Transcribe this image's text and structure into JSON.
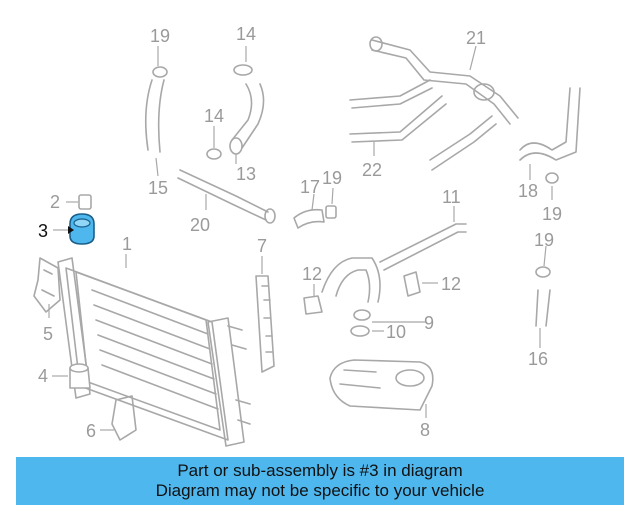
{
  "callouts": {
    "c1": "1",
    "c2": "2",
    "c3": "3",
    "c4": "4",
    "c5": "5",
    "c6": "6",
    "c7": "7",
    "c8": "8",
    "c9": "9",
    "c10": "10",
    "c11": "11",
    "c12a": "12",
    "c12b": "12",
    "c13": "13",
    "c14a": "14",
    "c14b": "14",
    "c15": "15",
    "c16": "16",
    "c17": "17",
    "c18": "18",
    "c19a": "19",
    "c19b": "19",
    "c19c": "19",
    "c19d": "19",
    "c20": "20",
    "c21": "21",
    "c22": "22"
  },
  "highlight": {
    "part_number": "3",
    "color": "#4db7ee"
  },
  "banner": {
    "line1": "Part or sub-assembly is #3 in diagram",
    "line2": "Diagram may not be specific to your vehicle",
    "background": "#4db7ee"
  }
}
